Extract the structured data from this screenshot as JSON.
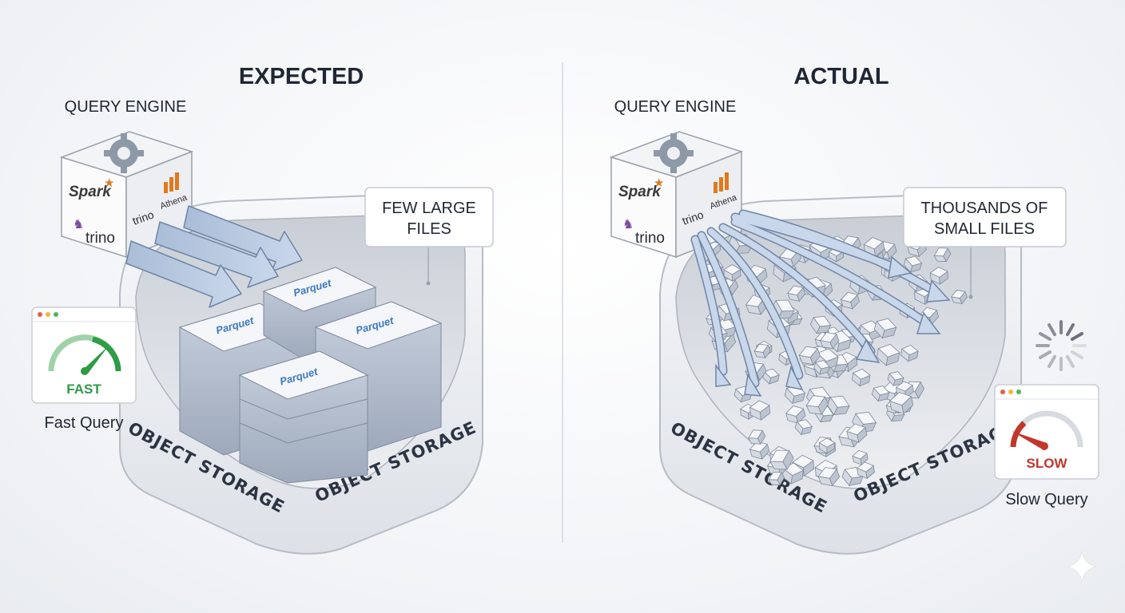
{
  "left": {
    "heading": "EXPECTED",
    "engine_label": "QUERY ENGINE",
    "engine_logos": [
      "Spark",
      "trino",
      "trino",
      "Athena"
    ],
    "callout_line1": "FEW LARGE",
    "callout_line2": "FILES",
    "file_label": "Parquet",
    "storage_front": "OBJECT STORAGE",
    "storage_side": "OBJECT STORAGE",
    "gauge_text": "FAST",
    "gauge_caption": "Fast Query",
    "gauge_color": "#2e9b45"
  },
  "right": {
    "heading": "ACTUAL",
    "engine_label": "QUERY ENGINE",
    "engine_logos": [
      "Spark",
      "trino",
      "trino",
      "Athena"
    ],
    "callout_line1": "THOUSANDS OF",
    "callout_line2": "SMALL FILES",
    "storage_front": "OBJECT STORAGE",
    "storage_side": "OBJECT STORAGE",
    "gauge_text": "SLOW",
    "gauge_caption": "Slow Query",
    "gauge_color": "#c2362c"
  },
  "icons": {
    "engine": "gear-icon",
    "spinner": "loading-spinner-icon",
    "sparkle": "sparkle-icon"
  }
}
